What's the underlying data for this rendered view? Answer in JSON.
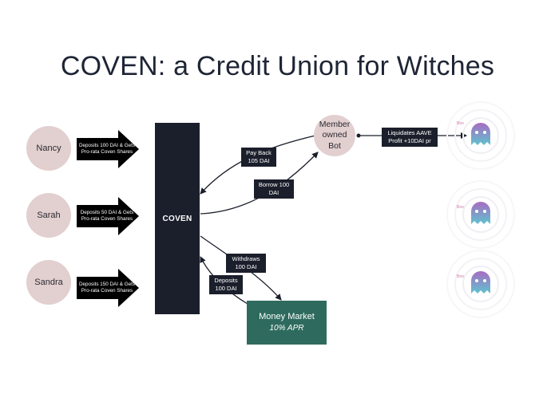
{
  "title": "COVEN: a Credit Union for Witches",
  "members": [
    {
      "name": "Nancy",
      "action": "Deposits 100 DAI & Gets Pro-rata Coven Shares"
    },
    {
      "name": "Sarah",
      "action": "Deposits 50 DAI & Gets Pro-rata Coven Shares"
    },
    {
      "name": "Sandra",
      "action": "Deposits 150 DAI & Gets Pro-rata Coven Shares"
    }
  ],
  "coven": {
    "label": "COVEN"
  },
  "bot": {
    "label": "Member owned Bot"
  },
  "flows": {
    "pay_back": "Pay Back 105 DAI",
    "borrow": "Borrow 100 DAI",
    "withdraws": "Withdraws 100 DAI",
    "deposits": "Deposits 100 DAI",
    "liquidates": "Liquidates AAVE Profit +10DAI pr"
  },
  "money_market": {
    "name": "Money Market",
    "apr": "10% APR"
  },
  "ghosts": [
    {
      "icon": "ghost-icon",
      "tag": "Boo"
    },
    {
      "icon": "ghost-icon",
      "tag": "Boo"
    },
    {
      "icon": "ghost-icon",
      "tag": "Boo"
    }
  ],
  "colors": {
    "circle": "#e2cfcf",
    "dark": "#1b1f2b",
    "money_market": "#2e6b5e",
    "ghost_top": "#a86cc1",
    "ghost_bottom": "#5fc3d0"
  }
}
